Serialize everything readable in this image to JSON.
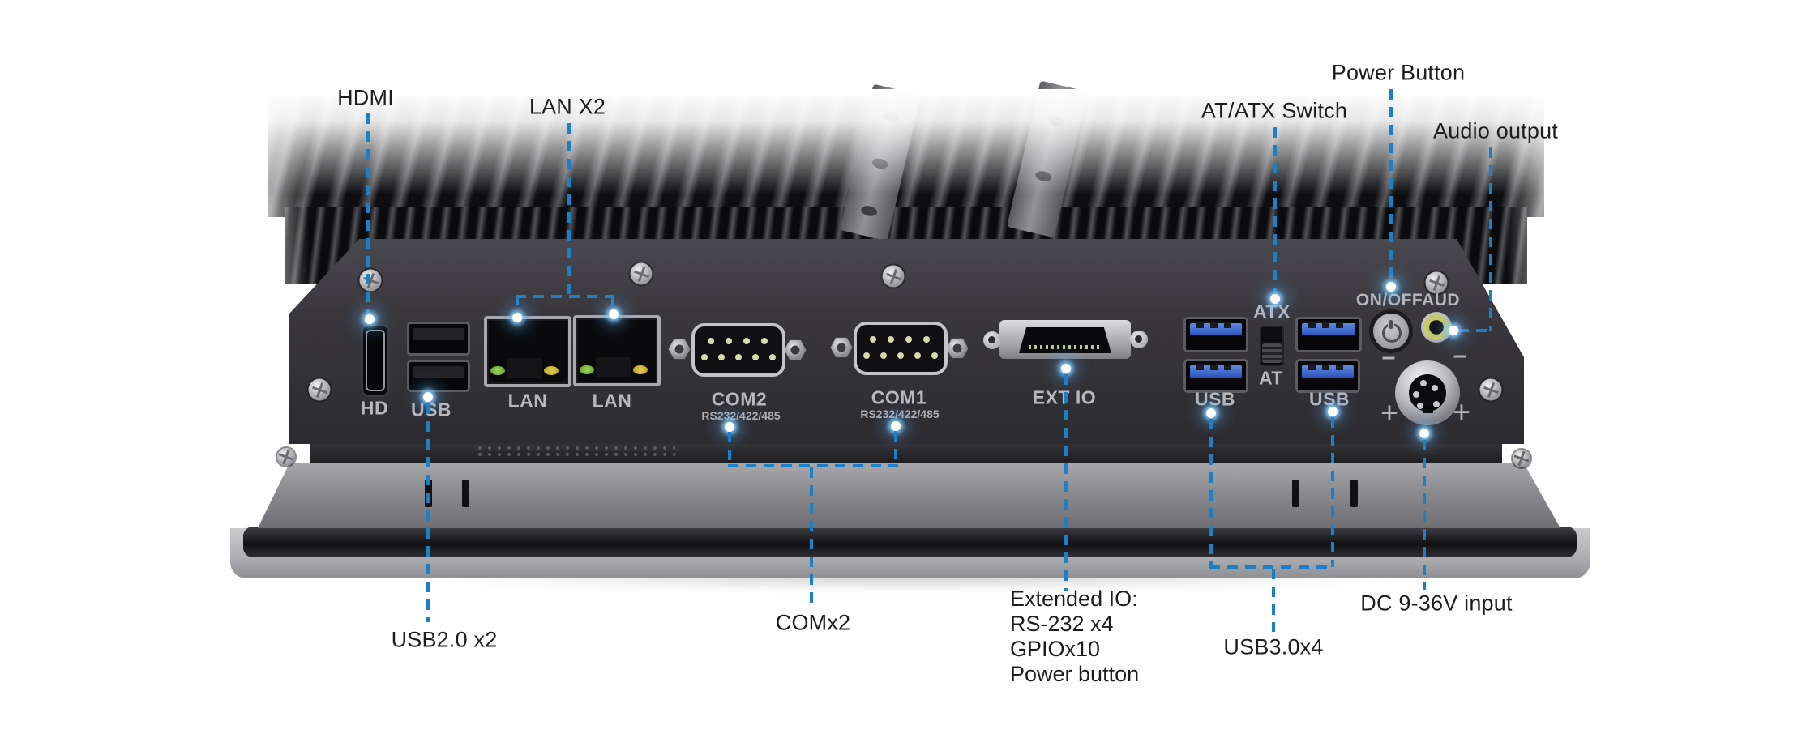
{
  "colors": {
    "callout_blue": "#1c80c8",
    "panel_text": "#b8b7bb",
    "annotation_text": "#1d1d1f"
  },
  "callouts": {
    "hdmi": {
      "label": "HDMI"
    },
    "lan": {
      "label": "LAN X2"
    },
    "power": {
      "label": "Power Button"
    },
    "atx": {
      "label": "AT/ATX Switch"
    },
    "audio": {
      "label": "Audio output"
    },
    "usb2": {
      "label": "USB2.0 x2"
    },
    "com": {
      "label": "COMx2"
    },
    "extio": {
      "lines": [
        "Extended IO:",
        "RS-232 x4",
        "GPIOx10",
        "Power button"
      ]
    },
    "usb3": {
      "label": "USB3.0x4"
    },
    "dc": {
      "label": "DC 9-36V input"
    }
  },
  "panel": {
    "hd": "HD",
    "usb2": "USB",
    "lan1": "LAN",
    "lan2": "LAN",
    "com2": "COM2",
    "com2_sub": "RS232/422/485",
    "com1": "COM1",
    "com1_sub": "RS232/422/485",
    "extio": "EXT IO",
    "usb3_left": "USB",
    "usb3_right": "USB",
    "atx": "ATX",
    "at": "AT",
    "onoffaud": "ON/OFFAUD",
    "minus": "–",
    "plus": "+"
  }
}
